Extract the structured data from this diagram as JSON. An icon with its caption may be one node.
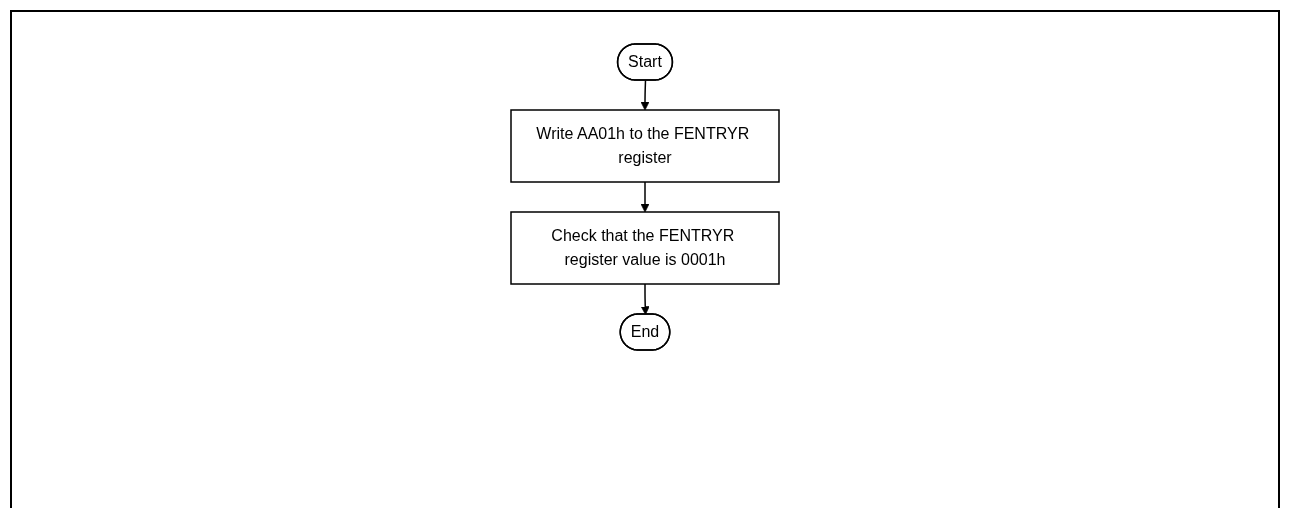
{
  "diagram": {
    "nodes": [
      {
        "text": [
          "Start"
        ]
      },
      {
        "text": [
          "Write AA01h to the FENTRYR register"
        ]
      },
      {
        "text": [
          "Check that the FENTRYR register value is 0001h"
        ]
      },
      {
        "text": [
          "End"
        ]
      }
    ],
    "edges": [
      {
        "from": 0,
        "to": 1,
        "arrow": "to"
      },
      {
        "from": 1,
        "to": 2,
        "arrow": "to"
      },
      {
        "from": 2,
        "to": 3,
        "arrow": "to"
      }
    ]
  }
}
